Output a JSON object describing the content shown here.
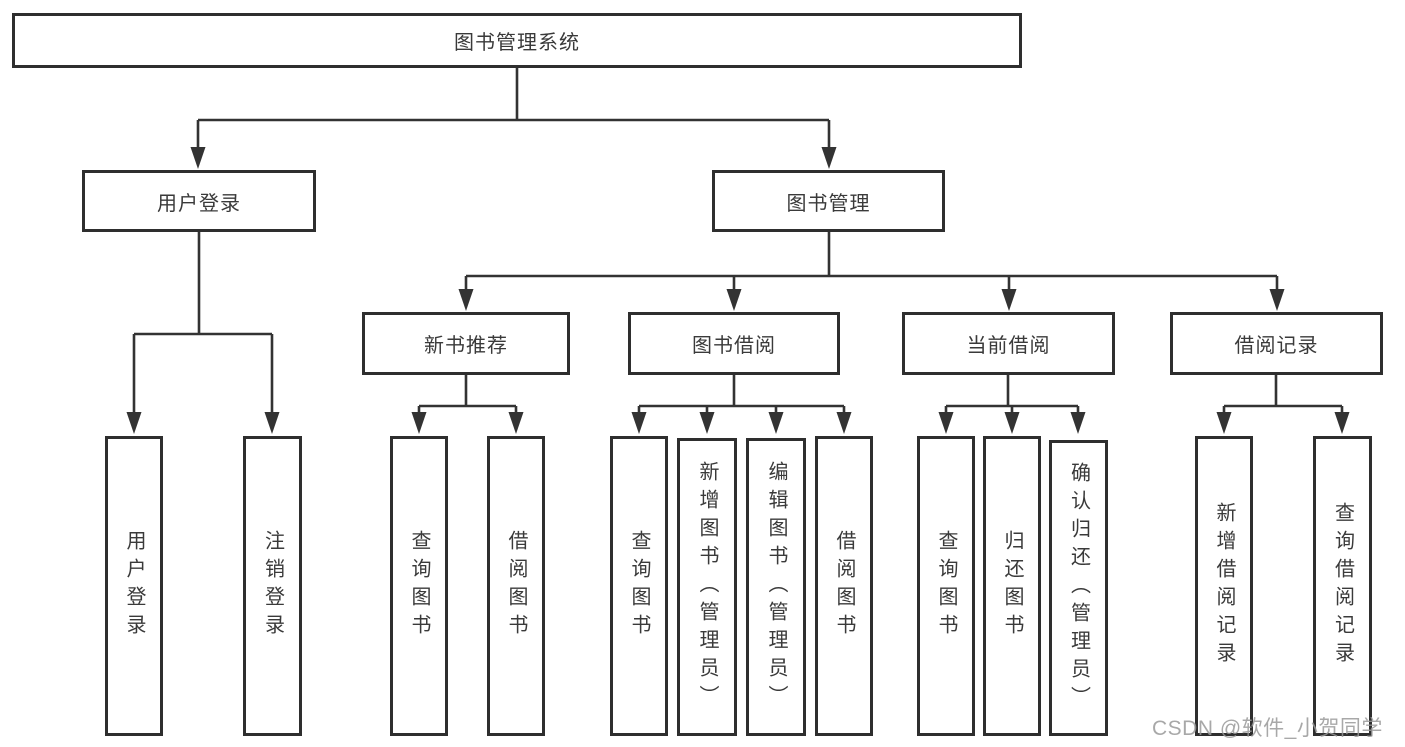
{
  "diagram": {
    "title": "图书管理系统"
  },
  "level2": [
    {
      "label": "用户登录"
    },
    {
      "label": "图书管理"
    }
  ],
  "level3": [
    {
      "label": "新书推荐"
    },
    {
      "label": "图书借阅"
    },
    {
      "label": "当前借阅"
    },
    {
      "label": "借阅记录"
    }
  ],
  "leaves": {
    "user_login": [
      "用户登录",
      "注销登录"
    ],
    "new_book": [
      "查询图书",
      "借阅图书"
    ],
    "book_borrow": [
      "查询图书",
      "新增图书（管理员）",
      "编辑图书（管理员）",
      "借阅图书"
    ],
    "current_borrow": [
      "查询图书",
      "归还图书",
      "确认归还（管理员）"
    ],
    "borrow_records": [
      "新增借阅记录",
      "查询借阅记录"
    ]
  },
  "watermark": "CSDN @软件_小贺同学",
  "colors": {
    "line": "#333333",
    "border": "#2e2e2e",
    "text": "#3a3a3a",
    "watermark": "#9a9a9a"
  }
}
